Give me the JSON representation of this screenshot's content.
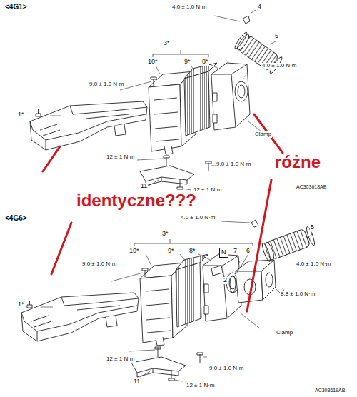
{
  "diagram": {
    "nodes": [
      {
        "text": [
          "N"
        ]
      }
    ],
    "labels": [
      "<4G1>",
      "4.0 ± 1.0 N·m",
      "4",
      "5",
      "3*",
      "10*",
      "9*",
      "8*",
      "4.0 ± 1.0 N·m",
      "9.0 ± 1.0 N·m",
      "1*",
      "Clamp",
      "12 ± 1 N·m",
      "9.0 ± 1.0 N·m",
      "11",
      "12 ± 1 N·m",
      "AC303618AB",
      "różne",
      "identyczne???",
      "<4G6>",
      "4.0 ± 1.0 N·m",
      "5",
      "3*",
      "10*",
      "9*",
      "8*",
      "7",
      "6",
      "9.0 ± 1.0 N·m",
      "4.0 ± 1.0 N·m",
      "2",
      "1*",
      "8.8 ± 1.0 N·m",
      "Clamp",
      "12 ± 1 N·m",
      "9.0 ± 1.0 N·m",
      "11",
      "12 ± 1 N·m",
      "AC303619AB"
    ]
  }
}
